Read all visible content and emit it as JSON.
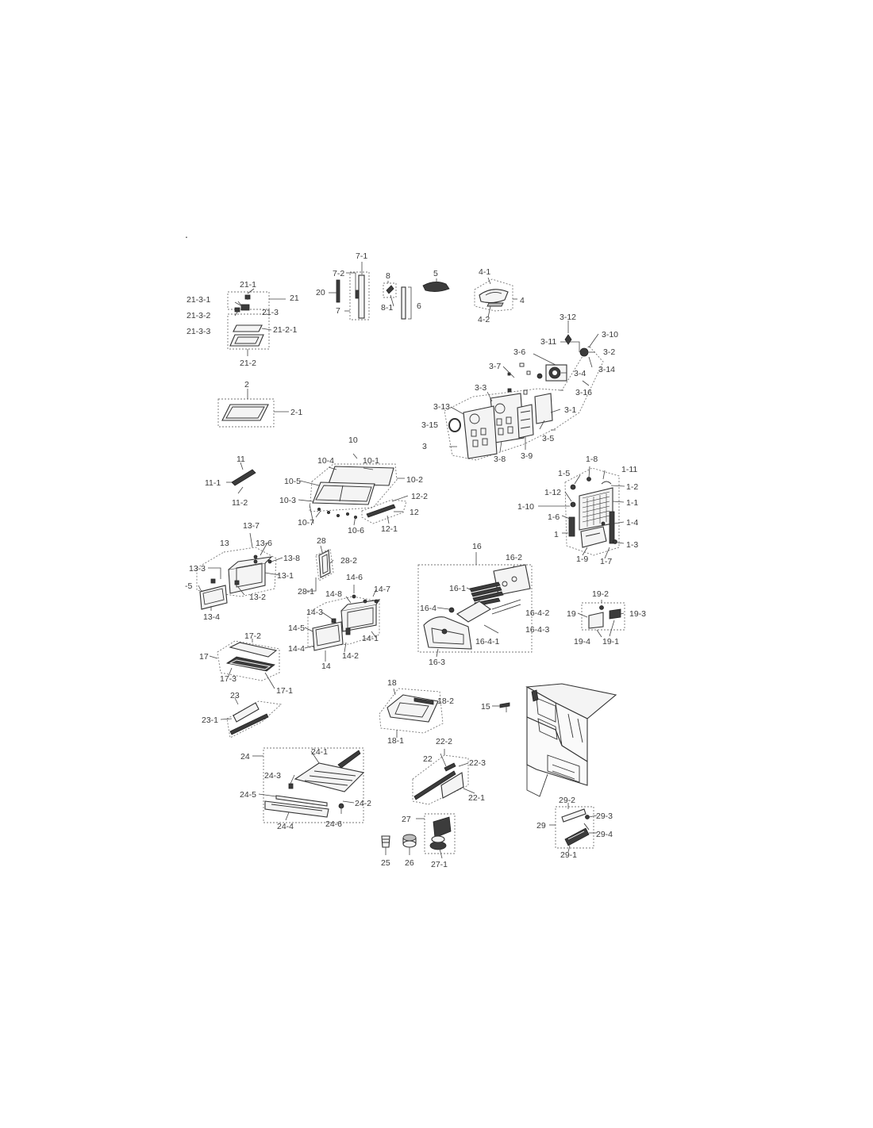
{
  "diagram": {
    "marker": ".",
    "labels": {
      "21-1": "21-1",
      "21": "21",
      "21-3-1": "21-3-1",
      "21-3": "21-3",
      "21-3-2": "21-3-2",
      "21-2-1": "21-2-1",
      "21-3-3": "21-3-3",
      "21-2": "21-2",
      "20": "20",
      "7-1": "7-1",
      "7-2": "7-2",
      "7": "7",
      "8": "8",
      "8-1": "8-1",
      "6": "6",
      "5": "5",
      "4-1": "4-1",
      "4": "4",
      "4-2": "4-2",
      "3-12": "3-12",
      "3-10": "3-10",
      "3-11": "3-11",
      "3-2": "3-2",
      "3-6": "3-6",
      "3-14": "3-14",
      "3-7": "3-7",
      "3-4": "3-4",
      "3-16": "3-16",
      "3-3": "3-3",
      "3-13": "3-13",
      "3-1": "3-1",
      "3-15": "3-15",
      "3-5": "3-5",
      "3": "3",
      "3-8": "3-8",
      "3-9": "3-9",
      "2": "2",
      "2-1": "2-1",
      "10": "10",
      "10-4": "10-4",
      "10-1": "10-1",
      "10-5": "10-5",
      "10-2": "10-2",
      "10-3": "10-3",
      "10-7": "10-7",
      "10-6": "10-6",
      "11": "11",
      "11-1": "11-1",
      "11-2": "11-2",
      "12-2": "12-2",
      "12": "12",
      "12-1": "12-1",
      "1-8": "1-8",
      "1-11": "1-11",
      "1-5": "1-5",
      "1-2": "1-2",
      "1-12": "1-12",
      "1-1": "1-1",
      "1-10": "1-10",
      "1-6": "1-6",
      "1-4": "1-4",
      "1": "1",
      "1-3": "1-3",
      "1-9": "1-9",
      "1-7": "1-7",
      "13-7": "13-7",
      "13": "13",
      "13-6": "13-6",
      "13-8": "13-8",
      "13-3": "13-3",
      "13-1": "13-1",
      "-5": "-5",
      "13-2": "13-2",
      "13-4": "13-4",
      "28": "28",
      "28-2": "28-2",
      "28-1": "28-1",
      "14-6": "14-6",
      "14-8": "14-8",
      "14-7": "14-7",
      "14-3": "14-3",
      "14-5": "14-5",
      "14-1": "14-1",
      "14-4": "14-4",
      "14-2": "14-2",
      "14": "14",
      "16": "16",
      "16-2": "16-2",
      "16-1": "16-1",
      "16-4": "16-4",
      "16-4-2": "16-4-2",
      "16-4-3": "16-4-3",
      "16-4-1": "16-4-1",
      "16-3": "16-3",
      "19-2": "19-2",
      "19": "19",
      "19-3": "19-3",
      "19-4": "19-4",
      "19-1": "19-1",
      "17-2": "17-2",
      "17": "17",
      "17-3": "17-3",
      "17-1": "17-1",
      "23": "23",
      "23-1": "23-1",
      "18": "18",
      "18-2": "18-2",
      "18-1": "18-1",
      "15": "15",
      "24": "24",
      "24-1": "24-1",
      "24-3": "24-3",
      "24-5": "24-5",
      "24-2": "24-2",
      "24-4": "24-4",
      "24-6": "24-6",
      "22-2": "22-2",
      "22": "22",
      "22-3": "22-3",
      "22-1": "22-1",
      "27": "27",
      "27-1": "27-1",
      "25": "25",
      "26": "26",
      "29-2": "29-2",
      "29-3": "29-3",
      "29": "29",
      "29-4": "29-4",
      "29-1": "29-1"
    }
  }
}
